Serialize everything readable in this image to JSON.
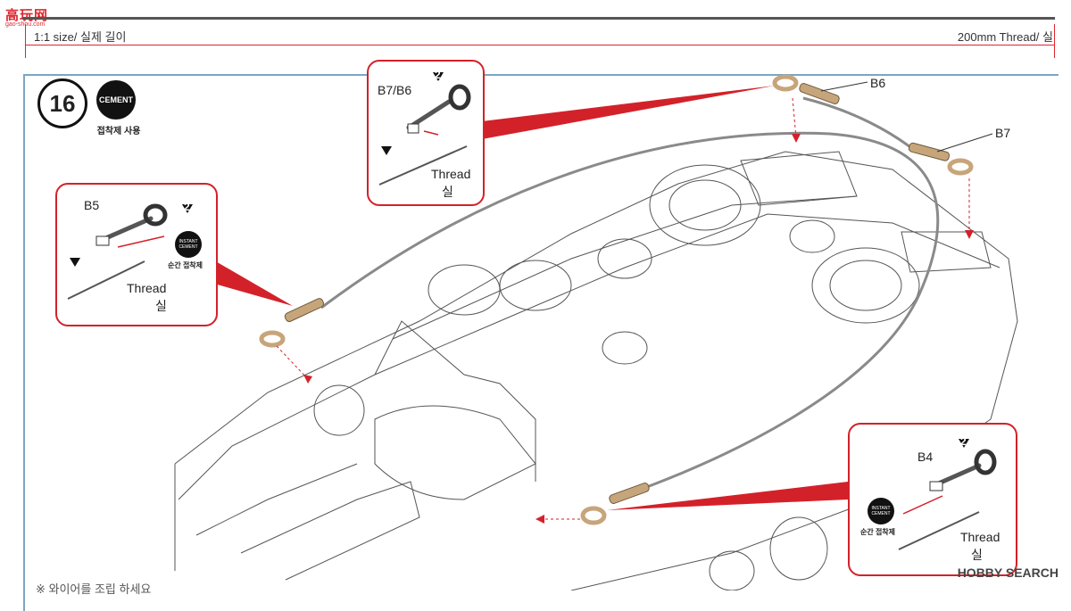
{
  "header": {
    "watermark_logo": "高玩网",
    "watermark_sub": "gao-shou.com",
    "scale_left": "1:1 size/ 실제 길이",
    "scale_right": "200mm Thread/ 실"
  },
  "step": {
    "number": "16",
    "cement_badge": "CEMENT",
    "cement_caption": "접착제 사용"
  },
  "callouts": {
    "top": {
      "part": "B7/B6",
      "badge": "2",
      "thread_en": "Thread",
      "thread_kr": "실"
    },
    "left": {
      "part": "B5",
      "badge": "2",
      "thread_en": "Thread",
      "thread_kr": "실",
      "instant_badge": "INSTANT CEMENT",
      "instant_caption": "순간 접착제"
    },
    "right": {
      "part": "B4",
      "badge": "2",
      "thread_en": "Thread",
      "thread_kr": "실",
      "instant_badge": "INSTANT CEMENT",
      "instant_caption": "순간 접착제"
    }
  },
  "part_labels": {
    "b6": "B6",
    "b7": "B7"
  },
  "footer": {
    "bottom_text": "※ 와이어를 조립 하세요",
    "watermark": "HOBBY SEARCH"
  },
  "colors": {
    "accent": "#d3212a",
    "frame": "#7aa6c2",
    "wire": "#8a8a8a",
    "eye": "#c7a57a"
  }
}
